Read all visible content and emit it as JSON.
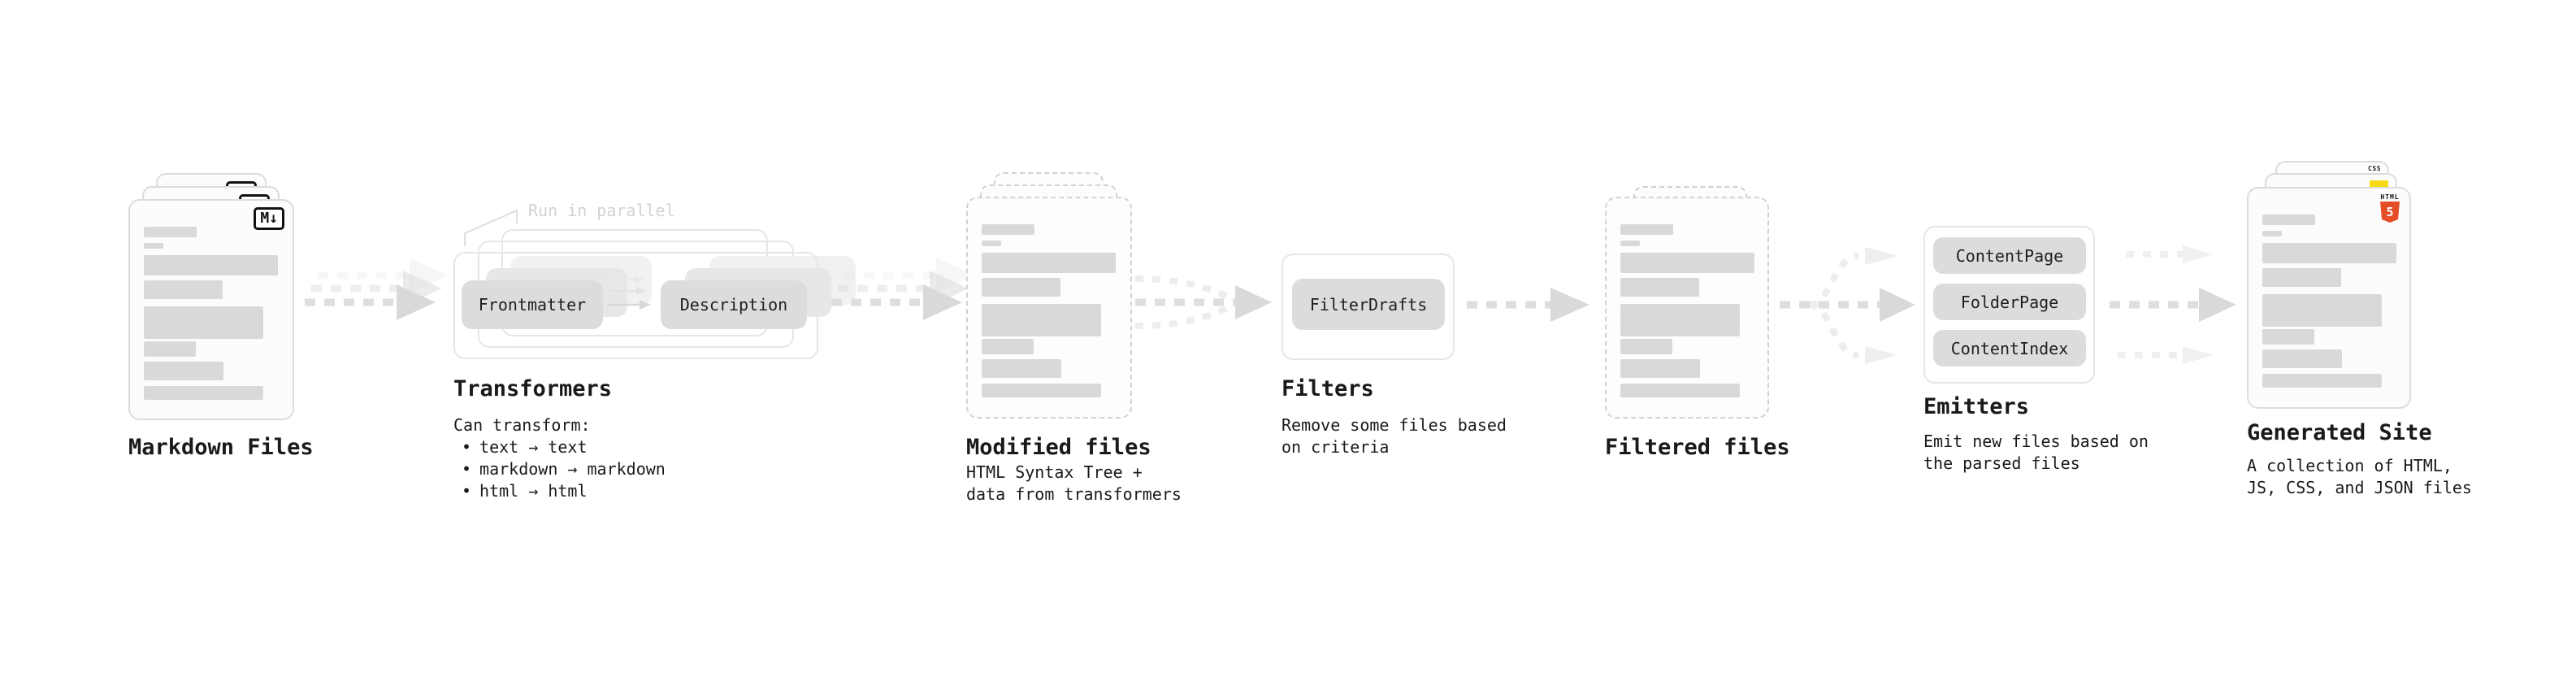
{
  "nodes": {
    "markdown_files": {
      "label": "Markdown Files",
      "badge": "M↓"
    },
    "transformers": {
      "label": "Transformers",
      "annotation": "Run in parallel",
      "pill_frontmatter": "Frontmatter",
      "pill_description": "Description",
      "desc_intro": "Can transform:",
      "bullet": "•",
      "bullets": [
        "text → text",
        "markdown → markdown",
        "html → html"
      ]
    },
    "modified_files": {
      "label": "Modified files",
      "description": "HTML Syntax Tree +\ndata from transformers"
    },
    "filters": {
      "label": "Filters",
      "pill": "FilterDrafts",
      "description": "Remove some files based\non criteria"
    },
    "filtered_files": {
      "label": "Filtered files"
    },
    "emitters": {
      "label": "Emitters",
      "pills": [
        "ContentPage",
        "FolderPage",
        "ContentIndex"
      ],
      "description": "Emit new files based on\nthe parsed files"
    },
    "generated_site": {
      "label": "Generated Site",
      "description": "A collection of HTML,\nJS, CSS, and JSON files",
      "badge_html_text": "HTML",
      "badge_html_number": "5",
      "badge_css_text": "CSS"
    }
  },
  "file_card_bars": [
    {
      "w": 65,
      "h": 13,
      "mb": 7
    },
    {
      "w": 24,
      "h": 7,
      "mb": 8
    },
    {
      "w": 165,
      "h": 25,
      "mb": 6
    },
    {
      "w": 97,
      "h": 23,
      "mb": 9
    },
    {
      "w": 147,
      "h": 40,
      "mb": 3
    },
    {
      "w": 64,
      "h": 19,
      "mb": 6
    },
    {
      "w": 98,
      "h": 23,
      "mb": 7
    },
    {
      "w": 147,
      "h": 17,
      "mb": 0
    }
  ],
  "colors": {
    "html5_orange": "#e44d26",
    "js_yellow": "#f7d916",
    "css_blue": "#2f6fe0",
    "bar_gray": "#d9d9d9"
  }
}
